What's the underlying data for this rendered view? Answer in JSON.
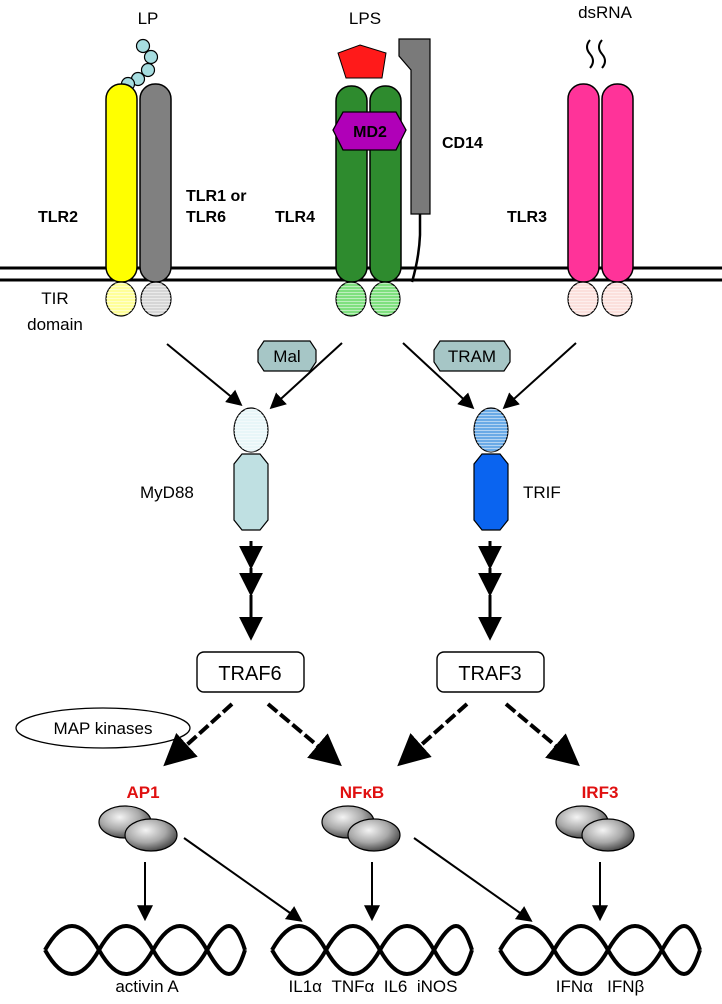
{
  "ligands": {
    "lp": "LP",
    "lps": "LPS",
    "dsrna": "dsRNA"
  },
  "receptors": {
    "tlr2": "TLR2",
    "tlr1_line1": "TLR1 or",
    "tlr1_line2": "TLR6",
    "tlr4": "TLR4",
    "md2": "MD2",
    "cd14": "CD14",
    "tlr3": "TLR3"
  },
  "domain": {
    "tir_line1": "TIR",
    "tir_line2": "domain"
  },
  "adaptors": {
    "mal": "Mal",
    "tram": "TRAM",
    "myd88": "MyD88",
    "trif": "TRIF"
  },
  "signal": {
    "traf6": "TRAF6",
    "traf3": "TRAF3",
    "map_kinases": "MAP kinases"
  },
  "transcription_factors": {
    "ap1": "AP1",
    "nfkb": "NFκB",
    "irf3": "IRF3"
  },
  "genes": {
    "activin": "activin A",
    "inflammatory": "IL1α  TNFα  IL6  iNOS",
    "interferons": "IFNα   IFNβ"
  },
  "colors": {
    "tlr2": "#ffff00",
    "tlr1": "#808080",
    "tlr4": "#2e8b2e",
    "tlr3": "#ff3399",
    "md2": "#b000b8",
    "lps": "#ff1a1a",
    "myd88": "#bfe0e2",
    "trif": "#0a64f0",
    "tf_red": "#e01010"
  }
}
